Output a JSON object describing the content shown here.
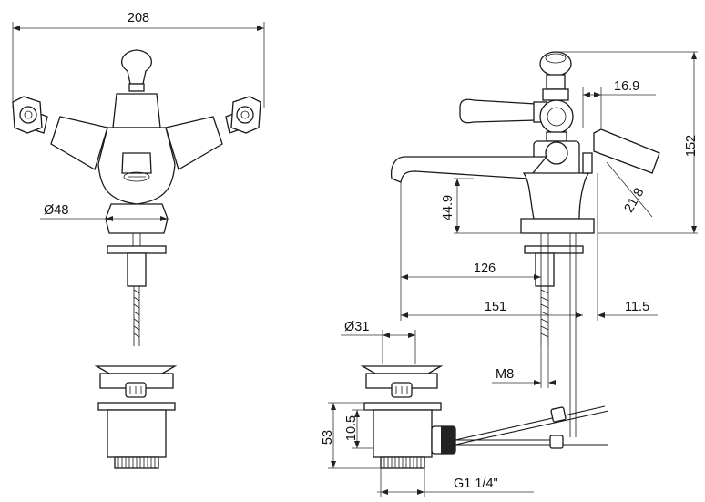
{
  "drawing": {
    "dimensions": {
      "overall_width": "208",
      "base_diameter": "Ø48",
      "overall_height": "152",
      "spout_offset": "16.9",
      "lever_length": "21.8",
      "spout_height": "44.9",
      "spout_reach": "126",
      "total_depth": "151",
      "rear_offset": "11.5",
      "waste_diameter": "Ø31",
      "thread_size": "M8",
      "waste_height": "53",
      "waste_offset": "10.5",
      "waste_thread": "G1 1/4\""
    }
  }
}
